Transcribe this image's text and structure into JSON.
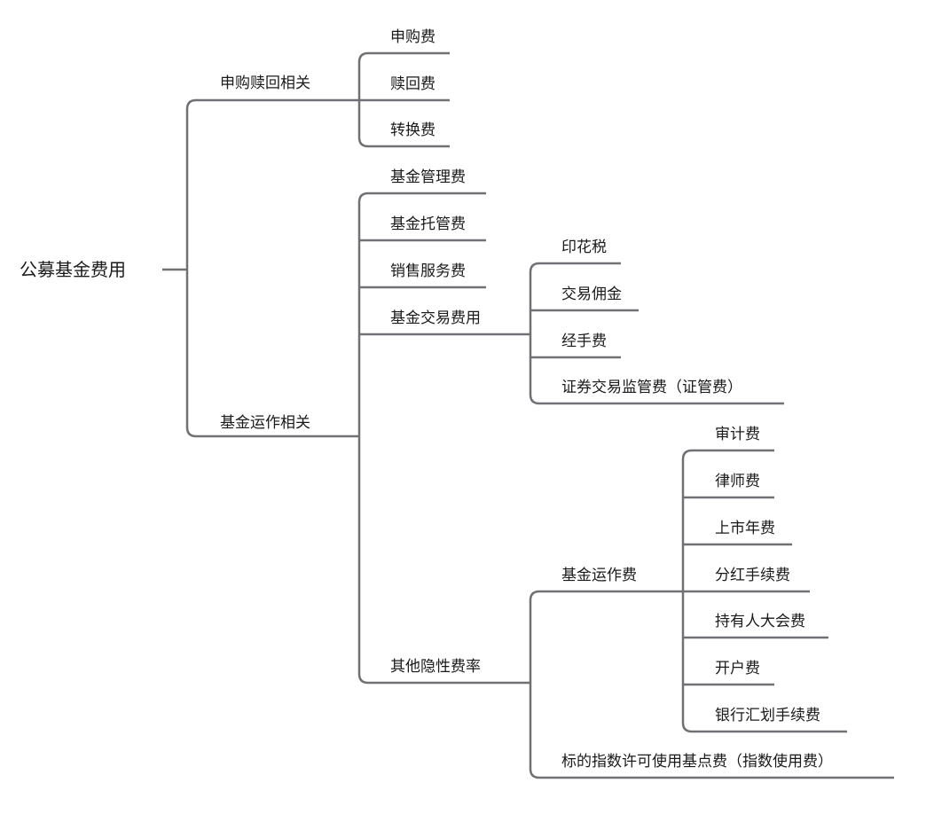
{
  "root": "公募基金费用",
  "branches": {
    "purchase": {
      "label": "申购赎回相关",
      "items": [
        "申购费",
        "赎回费",
        "转换费"
      ]
    },
    "operation": {
      "label": "基金运作相关",
      "items": [
        "基金管理费",
        "基金托管费",
        "销售服务费",
        "基金交易费用",
        "其他隐性费率"
      ],
      "trading": [
        "印花税",
        "交易佣金",
        "经手费",
        "证券交易监管费（证管费）"
      ],
      "hidden": [
        "基金运作费",
        "标的指数许可使用基点费（指数使用费）"
      ],
      "running": [
        "审计费",
        "律师费",
        "上市年费",
        "分红手续费",
        "持有人大会费",
        "开户费",
        "银行汇划手续费"
      ]
    }
  },
  "colors": {
    "line": "#707075",
    "text": "#1a1a1a"
  }
}
